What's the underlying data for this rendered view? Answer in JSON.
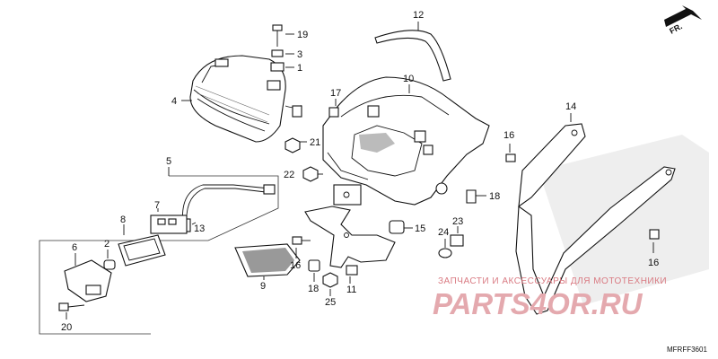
{
  "diagram": {
    "part_labels": [
      "1",
      "2",
      "3",
      "4",
      "5",
      "6",
      "7",
      "8",
      "9",
      "10",
      "11",
      "12",
      "13",
      "14",
      "15",
      "16",
      "17",
      "18",
      "19",
      "20",
      "21",
      "22",
      "23",
      "24",
      "25"
    ],
    "diagram_code": "MFRFF3601",
    "direction_badge": "FR."
  },
  "watermark": {
    "line1": "ЗАПЧАСТИ И АКСЕССУАРЫ ДЛЯ МОТОТЕХНИКИ",
    "line2": "PARTS4OR.RU"
  },
  "colors": {
    "ink": "#111111",
    "watermark": "#e4a9ae",
    "background": "#ffffff"
  }
}
